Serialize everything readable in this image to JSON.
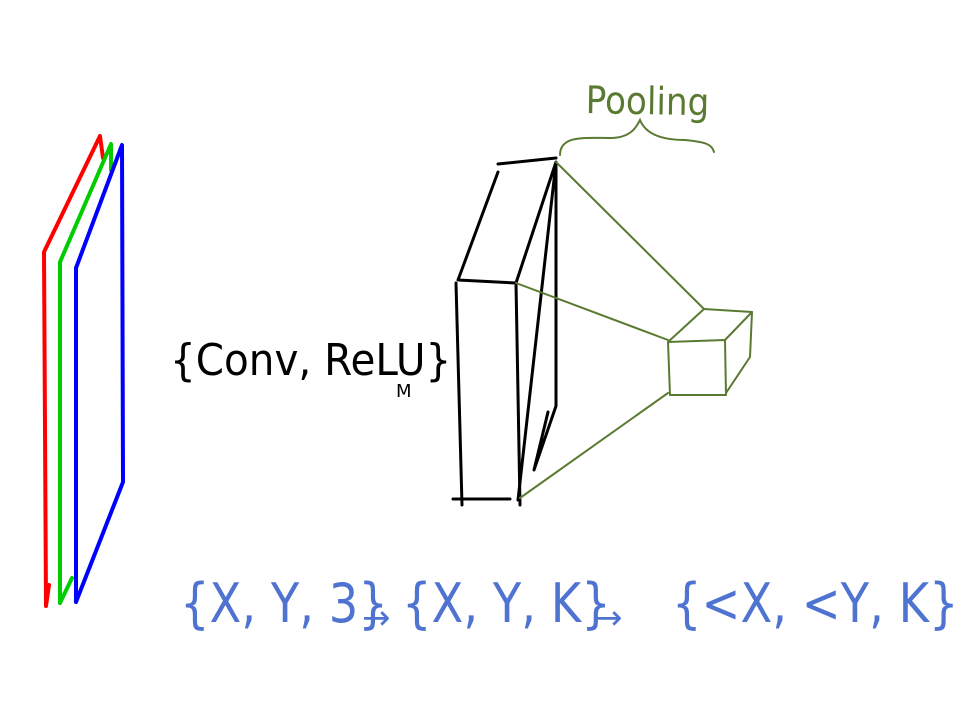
{
  "labels": {
    "pooling": "Pooling",
    "conv_relu": "{Conv, ReLU}",
    "repeat_subscript": "M"
  },
  "dimensions": {
    "input": "{X, Y, 3}",
    "conv_output": "{X, Y, K}",
    "pool_output": "{<X, <Y, K}",
    "arrow": "→"
  },
  "colors": {
    "red_channel": "#ff0000",
    "green_channel": "#00cc00",
    "blue_channel": "#0000ff",
    "pooling_lines": "#5a7a32",
    "dimension_text": "#4f73d1",
    "ink": "#000000"
  }
}
